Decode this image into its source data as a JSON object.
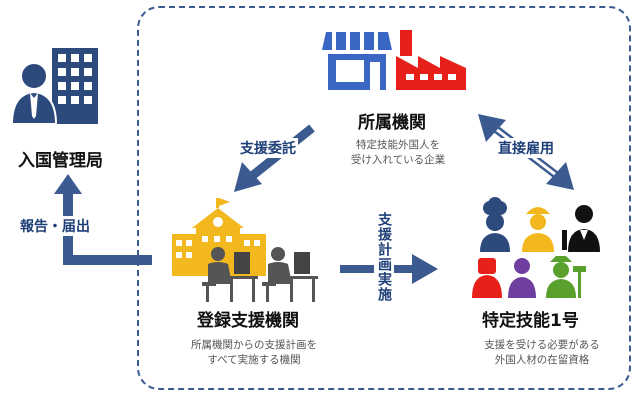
{
  "nodes": {
    "immigration": {
      "title": "入国管理局"
    },
    "affiliated": {
      "title": "所属機関",
      "desc_line1": "特定技能外国人を",
      "desc_line2": "受け入れている企業"
    },
    "support_org": {
      "title": "登録支援機関",
      "desc_line1": "所属機関からの支援計画を",
      "desc_line2": "すべて実施する機関"
    },
    "worker": {
      "title": "特定技能1号",
      "desc_line1": "支援を受ける必要がある",
      "desc_line2": "外国人材の在留資格"
    }
  },
  "arrows": {
    "report": "報告・届出",
    "entrust": "支援委託",
    "employ": "直接雇用",
    "implement": "支援計画実施"
  },
  "colors": {
    "arrow_blue": "#3b5a8f",
    "building_navy": "#2c4a7c",
    "school_yellow": "#f2b81e",
    "factory_red": "#e8201a",
    "shop_blue": "#3a66c4"
  }
}
